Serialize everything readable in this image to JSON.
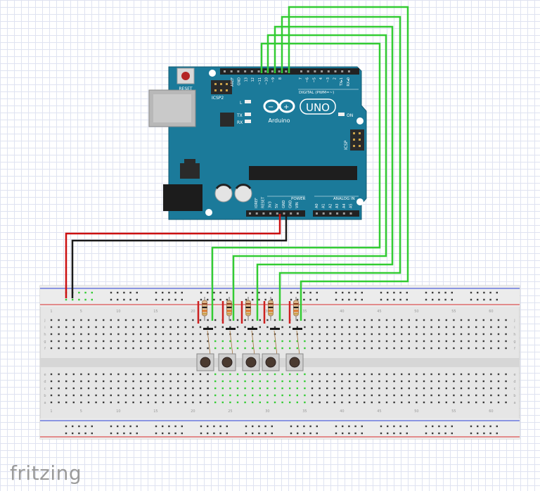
{
  "arduino": {
    "reset_label": "RESET",
    "icsp2_label": "ICSP2",
    "icsp_label": "ICSP",
    "digital_label": "DIGITAL (PWM=~)",
    "model": "UNO",
    "brand": "Arduino",
    "led_labels": [
      "L",
      "TX",
      "RX",
      "ON"
    ],
    "power_label": "POWER",
    "analog_label": "ANALOG IN",
    "top_pins": [
      "AREF",
      "GND",
      "13",
      "12",
      "~11",
      "~10",
      "~9",
      "8",
      "7",
      "~6",
      "~5",
      "4",
      "~3",
      "2",
      "TX▸1",
      "RX◂0"
    ],
    "power_pins": [
      "IOREF",
      "RESET",
      "3V3",
      "5V",
      "GND",
      "GND",
      "VIN"
    ],
    "analog_pins": [
      "A0",
      "A1",
      "A2",
      "A3",
      "A4",
      "A5"
    ]
  },
  "breadboard": {
    "row_letters_top": [
      "j",
      "i",
      "h",
      "g",
      "f"
    ],
    "row_letters_bottom": [
      "e",
      "d",
      "c",
      "b",
      "a"
    ],
    "column_numbers": [
      "1",
      "5",
      "10",
      "15",
      "20",
      "25",
      "30",
      "35",
      "40",
      "45",
      "50",
      "55",
      "60"
    ]
  },
  "circuit": {
    "button_count": 5,
    "resistor_count": 5,
    "wire_colors": {
      "power": "#cc1010",
      "ground": "#1a1a1a",
      "signal": "#33cc33"
    }
  },
  "footer": {
    "brand": "fritzing"
  }
}
